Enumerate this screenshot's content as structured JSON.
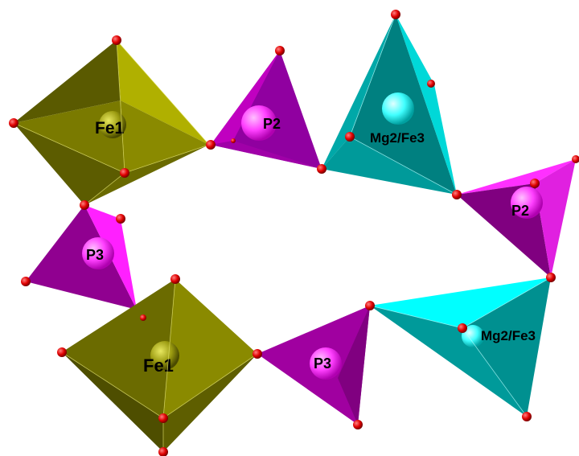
{
  "labels": {
    "fe1_top": "Fe1",
    "fe1_bottom": "Fe1",
    "p2_top": "P2",
    "p2_right": "P2",
    "p3_left": "P3",
    "p3_bottom": "P3",
    "mg_top": "Mg2/Fe3",
    "mg_bottom": "Mg2/Fe3"
  },
  "colors": {
    "fe_octahedron": "#6b6b00",
    "fe_atom": "#9a9a10",
    "p_tetrahedron": "#a000a0",
    "p_atom": "#ff40ff",
    "mg_tetrahedron": "#009090",
    "mg_atom": "#40ffff",
    "oxygen": "#e00000"
  }
}
